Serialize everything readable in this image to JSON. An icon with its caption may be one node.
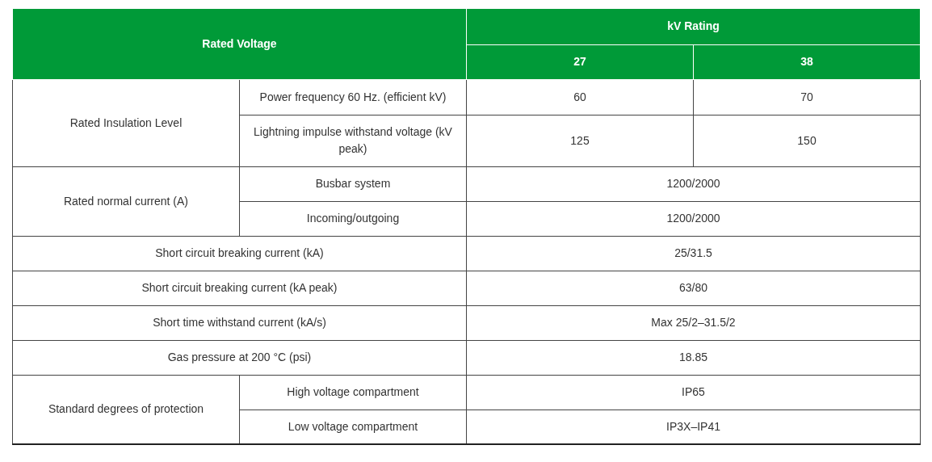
{
  "diagram": {
    "labels": [
      "Rated Voltage",
      "kV Rating",
      "27",
      "38",
      "Rated Insulation Level",
      "Power frequency 60 Hz. (efficient kV)",
      "60",
      "70",
      "Lightning impulse withstand voltage (kV peak)",
      "125",
      "150",
      "Rated normal current (A)",
      "Busbar system",
      "1200/2000",
      "Incoming/outgoing",
      "1200/2000",
      "Short circuit breaking current (kA)",
      "25/31.5",
      "Short circuit breaking current (kA peak)",
      "63/80",
      "Short time withstand current (kA/s)",
      "Max 25/2–31.5/2",
      "Gas pressure at 200 °C (psi)",
      "18.85",
      "Standard degrees of protection",
      "High voltage compartment",
      "IP65",
      "Low voltage compartment",
      "IP3X–IP41"
    ]
  }
}
